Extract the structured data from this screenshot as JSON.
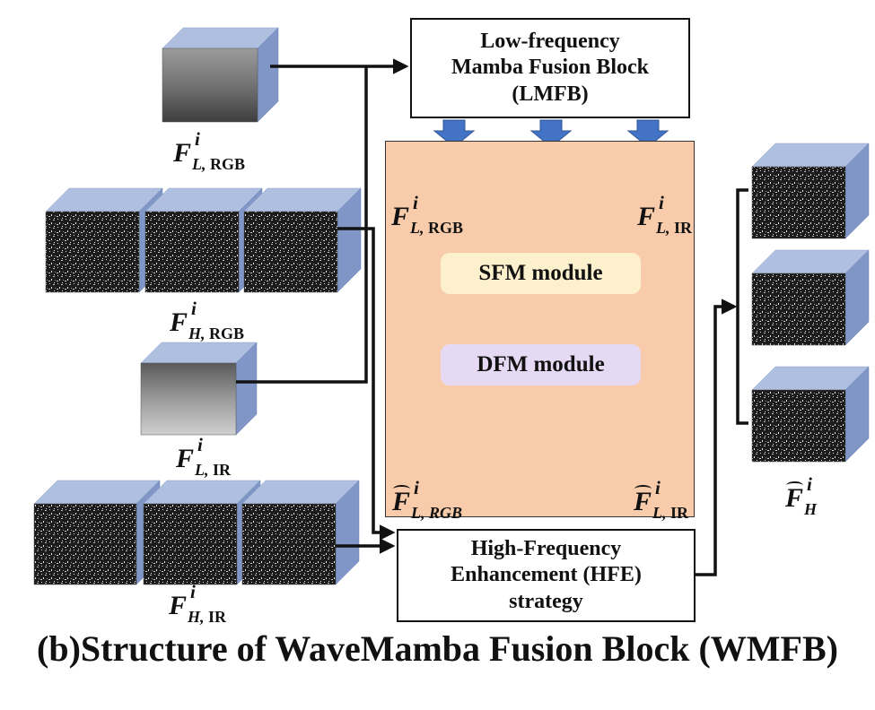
{
  "title": "(b)Structure of  WaveMamba Fusion Block (WMFB)",
  "lmfb": {
    "line1": "Low-frequency",
    "line2": "Mamba Fusion  Block",
    "line3": "(LMFB)"
  },
  "hfe": {
    "line1": "High-Frequency",
    "line2": "Enhancement (HFE)",
    "line3": "strategy"
  },
  "sfm_label": "SFM module",
  "dfm_label": "DFM module",
  "labels": {
    "fl_rgb": {
      "base": "F",
      "sup": "i",
      "sub_var": "L,",
      "sub_txt": " RGB"
    },
    "fh_rgb": {
      "base": "F",
      "sup": "i",
      "sub_var": "H,",
      "sub_txt": " RGB"
    },
    "fl_ir": {
      "base": "F",
      "sup": "i",
      "sub_var": "L,",
      "sub_txt": " IR"
    },
    "fh_ir": {
      "base": "F",
      "sup": "i",
      "sub_var": "H,",
      "sub_txt": " IR"
    },
    "in_rgb": {
      "base": "F",
      "sup": "i",
      "sub_var": "L,",
      "sub_txt": " RGB"
    },
    "in_ir": {
      "base": "F",
      "sup": "i",
      "sub_var": "L,",
      "sub_txt": " IR"
    },
    "out_rgb": {
      "base": "F",
      "sup": "i",
      "sub_var": "L, RGB",
      "sub_txt": ""
    },
    "out_ir": {
      "base": "F",
      "sup": "i",
      "sub_var": "L,",
      "sub_txt": " IR"
    },
    "fh_hat": {
      "base": "F",
      "sup": "i",
      "sub_var": "H",
      "sub_txt": ""
    }
  },
  "colors": {
    "panel": "#f8ccab",
    "sfm": "#fdf0cc",
    "dfm": "#e6d9f3",
    "arrow_blue": "#4472c4",
    "cube_front": "#3a3a3a",
    "cube_top": "#aebfdf",
    "cube_side": "#7f96c6"
  }
}
